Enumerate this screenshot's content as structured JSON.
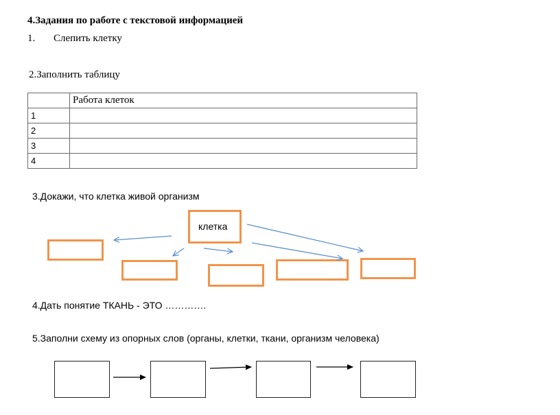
{
  "heading": "4.Задания по работе с текстовой информацией",
  "task1": {
    "number": "1.",
    "text": "Слепить клетку"
  },
  "task2": "2.Заполнить таблицу",
  "table": {
    "header": [
      "",
      "Работа клеток"
    ],
    "rows": [
      [
        "1",
        ""
      ],
      [
        "2",
        ""
      ],
      [
        "3",
        ""
      ],
      [
        "4",
        ""
      ]
    ]
  },
  "task3": "3.Докажи, что клетка живой организм",
  "diagram": {
    "center_label": "клетка",
    "box_color": "#f0944c",
    "arrow_color": "#5b8fc9"
  },
  "task4": "4.Дать понятие ТКАНЬ - ЭТО ………….",
  "task5": "5.Заполни схему из опорных слов (органы, клетки, ткани, организм человека)"
}
